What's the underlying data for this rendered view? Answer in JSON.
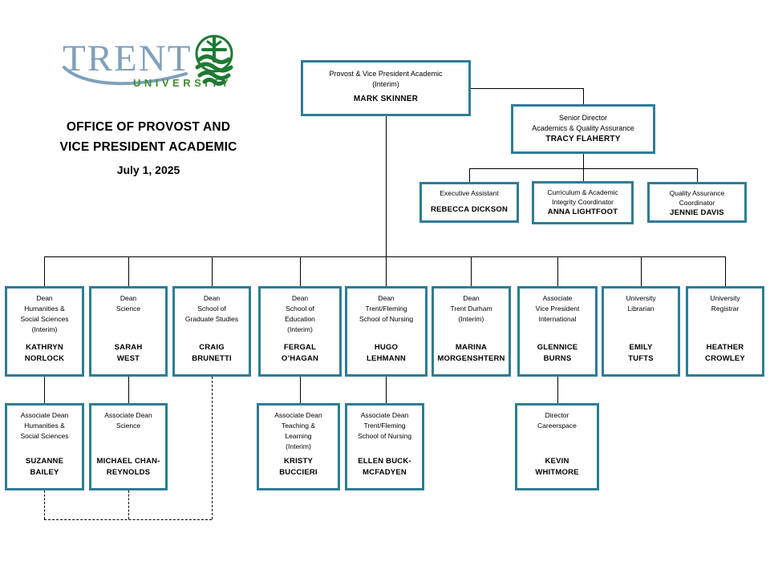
{
  "header": {
    "logo": {
      "wordmark": "TRENT",
      "sub": "UNIVERSITY"
    },
    "title": "OFFICE OF PROVOST AND\nVICE PRESIDENT ACADEMIC",
    "date": "July 1, 2025"
  },
  "colors": {
    "box_border": "#2e7d95",
    "connector_line": "#000000",
    "logo_blue": "#7fa1bd",
    "logo_green": "#3f8f2f",
    "tree_green": "#1e7a34"
  },
  "chart": {
    "provost": {
      "role": "Provost & Vice President Academic\n(Interim)",
      "name": "MARK SKINNER"
    },
    "senior": {
      "role": "Senior Director\nAcademics & Quality Assurance",
      "name": "TRACY FLAHERTY"
    },
    "coordinators": [
      {
        "role": "Executive Assistant",
        "name": "REBECCA DICKSON"
      },
      {
        "role": "Curriculum & Academic\nIntegrity Coordinator",
        "name": "ANNA LIGHTFOOT"
      },
      {
        "role": "Quality Assurance\nCoordinator",
        "name": "JENNIE DAVIS"
      }
    ],
    "deans": [
      {
        "role": "Dean\nHumanities &\nSocial Sciences\n(Interim)",
        "name": "KATHRYN\nNORLOCK"
      },
      {
        "role": "Dean\nScience",
        "name": "SARAH\nWEST"
      },
      {
        "role": "Dean\nSchool of\nGraduate Studies",
        "name": "CRAIG\nBRUNETTI"
      },
      {
        "role": "Dean\nSchool of\nEducation\n(Interim)",
        "name": "FERGAL\nO’HAGAN"
      },
      {
        "role": "Dean\nTrent/Fleming\nSchool of Nursing",
        "name": "HUGO\nLEHMANN"
      },
      {
        "role": "Dean\nTrent Durham\n(Interim)",
        "name": "MARINA\nMORGENSHTERN"
      },
      {
        "role": "Associate\nVice President\nInternational",
        "name": "GLENNICE\nBURNS"
      },
      {
        "role": "University\nLibrarian",
        "name": "EMILY\nTUFTS"
      },
      {
        "role": "University\nRegistrar",
        "name": "HEATHER\nCROWLEY"
      }
    ],
    "associates": [
      {
        "role": "Associate Dean\nHumanities &\nSocial Sciences",
        "name": "SUZANNE\nBAILEY"
      },
      {
        "role": "Associate Dean\nScience",
        "name": "MICHAEL CHAN-\nREYNOLDS"
      },
      {
        "role": "Associate Dean\nTeaching &\nLearning\n(Interim)",
        "name": "KRISTY\nBUCCIERI"
      },
      {
        "role": "Associate Dean\nTrent/Fleming\nSchool of Nursing",
        "name": "ELLEN BUCK-\nMCFADYEN"
      },
      {
        "role": "Director\nCareerspace",
        "name": "KEVIN\nWHITMORE"
      }
    ]
  }
}
